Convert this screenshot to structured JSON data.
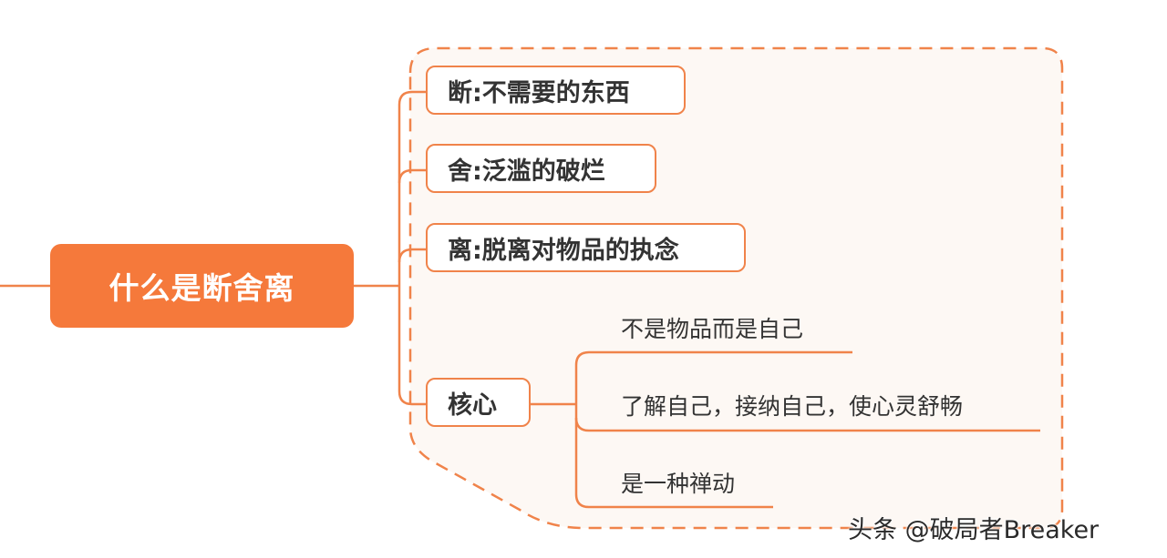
{
  "root": {
    "label": "什么是断舍离"
  },
  "branches": [
    {
      "label": "断:不需要的东西"
    },
    {
      "label": "舍:泛滥的破烂"
    },
    {
      "label": "离:脱离对物品的执念"
    },
    {
      "label": "核心"
    }
  ],
  "core_children": [
    {
      "label": "不是物品而是自己"
    },
    {
      "label": "了解自己，接纳自己，使心灵舒畅"
    },
    {
      "label": "是一种禅动"
    }
  ],
  "watermark": "头条 @破局者Breaker",
  "colors": {
    "accent": "#F5793B",
    "line": "#F0834A",
    "boundary_fill": "#FDF8F4",
    "text": "#333333"
  }
}
